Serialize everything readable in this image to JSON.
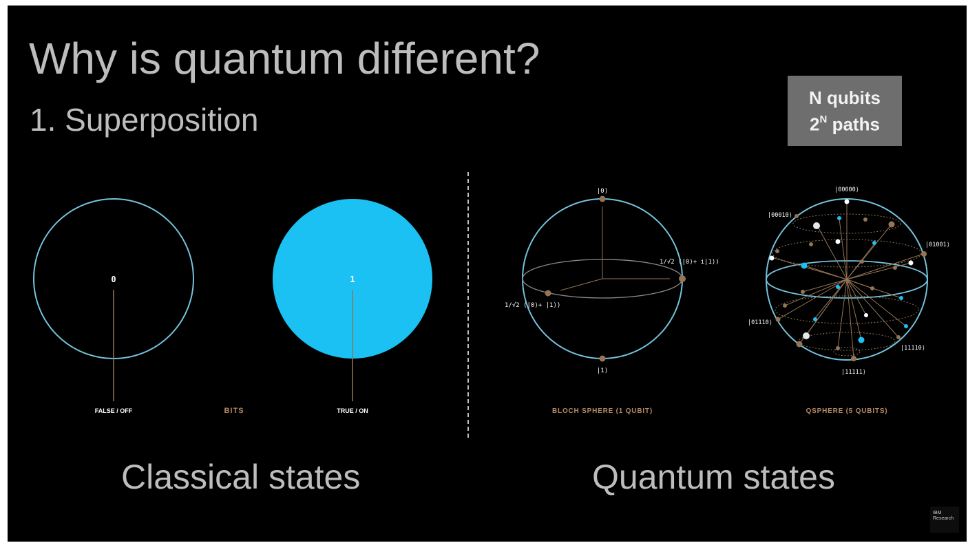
{
  "slide": {
    "title": "Why is quantum different?",
    "subtitle": "1. Superposition",
    "callout": {
      "line1": "N qubits",
      "line2_base": "2",
      "line2_exp": "N",
      "line2_rest": " paths"
    },
    "classical": {
      "bit0_value": "0",
      "bit1_value": "1",
      "bit0_caption": "FALSE / OFF",
      "center_caption": "BITS",
      "bit1_caption": "TRUE / ON",
      "section_label": "Classical states"
    },
    "quantum": {
      "bloch": {
        "top": "|0⟩",
        "bottom": "|1⟩",
        "plus": "1/√2 (|0⟩+ i|1⟩)",
        "minus": "1/√2 (|0⟩+ |1⟩)",
        "caption": "BLOCH SPHERE (1 QUBIT)"
      },
      "qsphere": {
        "states": [
          "|00000⟩",
          "|00010⟩",
          "|01001⟩",
          "|01110⟩",
          "|11110⟩",
          "|11111⟩"
        ],
        "caption": "QSPHERE (5 QUBITS)"
      },
      "section_label": "Quantum states"
    },
    "logo": {
      "line1": "IBM",
      "line2": "Research"
    },
    "colors": {
      "background": "#000000",
      "accent_blue": "#1bc1f2",
      "outline_blue": "#74c3dc",
      "brown": "#957556",
      "caption_brown": "#b58a64",
      "title_gray": "#bdbdbd",
      "callout_gray": "#6e6e6e"
    }
  }
}
